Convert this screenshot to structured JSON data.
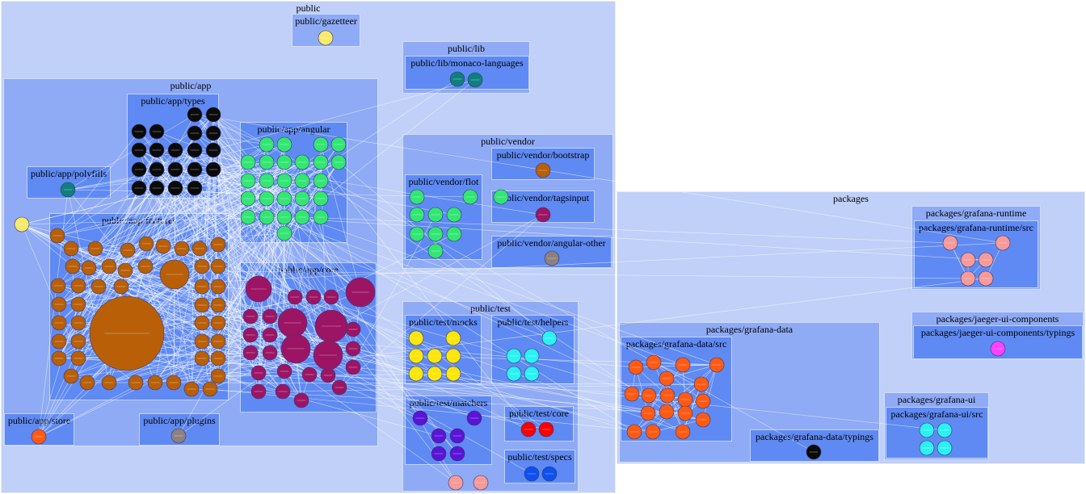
{
  "clusters": {
    "public": "public",
    "public_gazetteer": "public/gazetteer",
    "public_lib": "public/lib",
    "public_lib_monaco": "public/lib/monaco-languages",
    "public_app": "public/app",
    "public_app_types": "public/app/types",
    "public_app_angular": "public/app/angular",
    "public_app_polyfills": "public/app/polyfills",
    "public_app_features": "public/app/features",
    "public_app_core": "public/app/core",
    "public_app_store": "public/app/store",
    "public_app_plugins": "public/app/plugins",
    "public_vendor": "public/vendor",
    "public_vendor_bootstrap": "public/vendor/bootstrap",
    "public_vendor_flot": "public/vendor/flot",
    "public_vendor_tagsinput": "public/vendor/tagsinput",
    "public_vendor_angular_other": "public/vendor/angular-other",
    "public_test": "public/test",
    "public_test_mocks": "public/test/mocks",
    "public_test_helpers": "public/test/helpers",
    "public_test_matchers": "public/test/matchers",
    "public_test_core": "public/test/core",
    "public_test_specs": "public/test/specs",
    "packages": "packages",
    "packages_runtime": "packages/grafana-runtime",
    "packages_runtime_src": "packages/grafana-runtime/src",
    "packages_jaeger": "packages/jaeger-ui-components",
    "packages_jaeger_typings": "packages/jaeger-ui-components/typings",
    "packages_data": "packages/grafana-data",
    "packages_data_src": "packages/grafana-data/src",
    "packages_data_typings": "packages/grafana-data/typings",
    "packages_ui": "packages/grafana-ui",
    "packages_ui_src": "packages/grafana-ui/src"
  },
  "colors": {
    "yellow": "#f7ea6a",
    "teal": "#0f7f7f",
    "black": "#0a0a0a",
    "green": "#33e673",
    "brown": "#b85f08",
    "magenta": "#9c1565",
    "orange": "#ff5a14",
    "gray": "#8c8080",
    "gold": "#ffe60a",
    "cyan": "#2bf2f2",
    "purple": "#5a14d6",
    "red": "#ff0000",
    "blue": "#0f50f0",
    "pink": "#f79a9a",
    "violet": "#ff40ff",
    "edge": "#ffffff"
  }
}
